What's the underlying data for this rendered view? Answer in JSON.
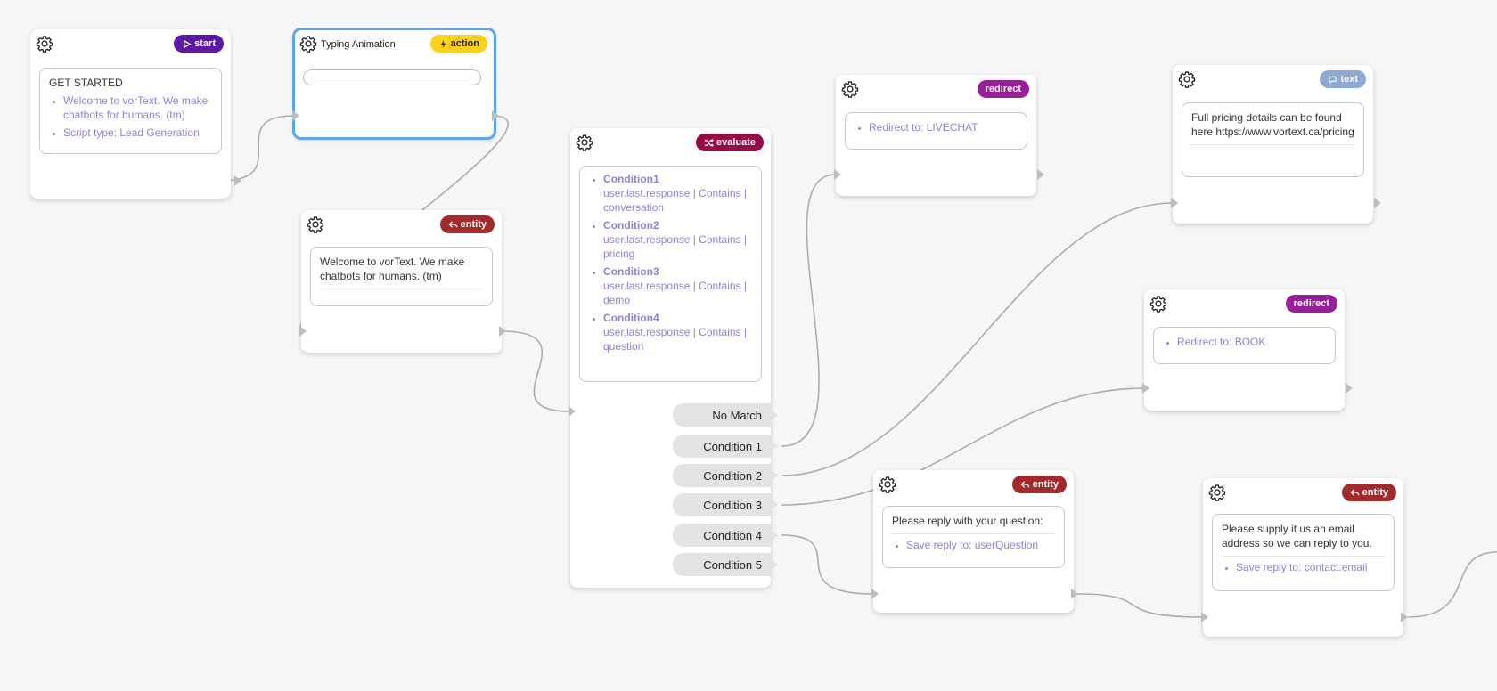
{
  "nodes": {
    "start": {
      "badge": "start",
      "title": "GET STARTED",
      "items": [
        "Welcome to vorText. We make chatbots for humans. (tm)",
        "Script type: Lead Generation"
      ]
    },
    "typing": {
      "title": "Typing Animation",
      "badge": "action",
      "input_value": ""
    },
    "welcome": {
      "badge": "entity",
      "text": "Welcome to vorText. We make chatbots for humans. (tm)"
    },
    "evaluate": {
      "badge": "evaluate",
      "conditions": [
        {
          "name": "Condition1",
          "rule": "user.last.response | Contains | conversation"
        },
        {
          "name": "Condition2",
          "rule": "user.last.response | Contains | pricing"
        },
        {
          "name": "Condition3",
          "rule": "user.last.response | Contains | demo"
        },
        {
          "name": "Condition4",
          "rule": "user.last.response | Contains | question"
        }
      ],
      "outlets": [
        "No Match",
        "Condition 1",
        "Condition 2",
        "Condition 3",
        "Condition 4",
        "Condition 5"
      ]
    },
    "redirect_livechat": {
      "badge": "redirect",
      "item": "Redirect to: LIVECHAT"
    },
    "text_pricing": {
      "badge": "text",
      "text": "Full pricing details can be found here https://www.vortext.ca/pricing"
    },
    "redirect_book": {
      "badge": "redirect",
      "item": "Redirect to: BOOK"
    },
    "entity_question": {
      "badge": "entity",
      "text": "Please reply with your question:",
      "item": "Save reply to: userQuestion"
    },
    "entity_email": {
      "badge": "entity",
      "text": "Please supply it us an email address so we can reply to you.",
      "item": "Save reply to: contact.email"
    }
  },
  "colors": {
    "start": "#5b1aa6",
    "action": "#ffd21a",
    "entity": "#a32a2a",
    "evaluate": "#960a45",
    "redirect": "#9a1d9a",
    "text": "#8eaad4",
    "list_item": "#8f80dc",
    "wire": "#a3b1ac",
    "selected": "#5aa6f0"
  },
  "icons": {
    "settings": "gear-icon",
    "start": "play-icon",
    "action": "lightning-icon",
    "entity": "reply-icon",
    "evaluate": "shuffle-icon",
    "text": "chat-bubble-icon"
  }
}
